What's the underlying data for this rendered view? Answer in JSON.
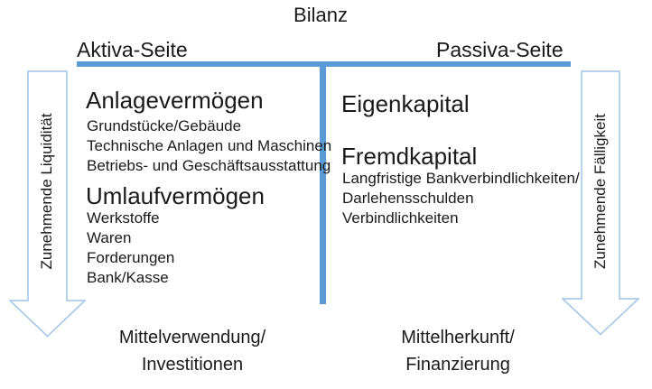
{
  "title": "Bilanz",
  "colors": {
    "divider_blue": "#5b9bd5",
    "arrow_outline": "#9dc3e6",
    "text": "#1a1a1a"
  },
  "left_header": "Aktiva-Seite",
  "right_header": "Passiva-Seite",
  "left_column": {
    "sections": [
      {
        "heading": "Anlagevermögen",
        "items": [
          "Grundstücke/Gebäude",
          "Technische Anlagen und Maschinen",
          "Betriebs- und Geschäftsausstattung"
        ]
      },
      {
        "heading": "Umlaufvermögen",
        "items": [
          "Werkstoffe",
          "Waren",
          "Forderungen",
          "Bank/Kasse"
        ]
      }
    ],
    "arrow_label": "Zunehmende Liquidität",
    "footer_line1": "Mittelverwendung/",
    "footer_line2": "Investitionen"
  },
  "right_column": {
    "sections": [
      {
        "heading": "Eigenkapital",
        "items": []
      },
      {
        "heading": "Fremdkapital",
        "items": [
          "Langfristige Bankverbindlichkeiten/",
          "Darlehensschulden",
          "Verbindlichkeiten"
        ]
      }
    ],
    "arrow_label": "Zunehmende Fälligkeit",
    "footer_line1": "Mittelherkunft/",
    "footer_line2": "Finanzierung"
  }
}
